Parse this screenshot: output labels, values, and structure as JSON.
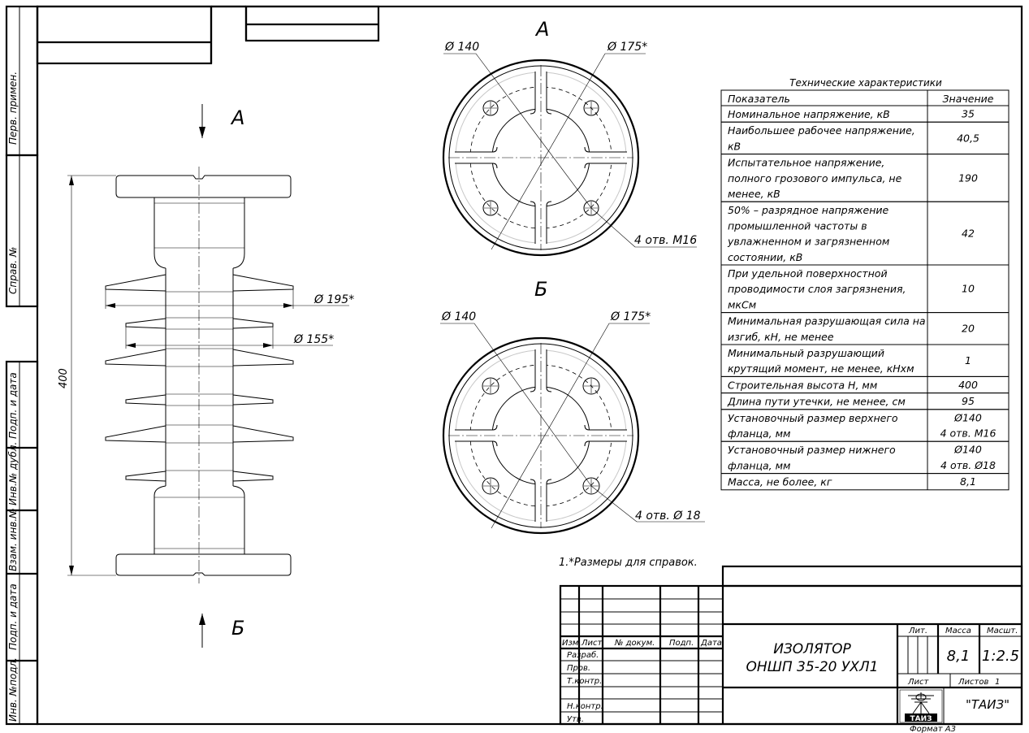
{
  "views": {
    "top_label": "А",
    "bottom_label": "Б",
    "side_arrow_top": "А",
    "side_arrow_bottom": "Б"
  },
  "dims": {
    "height": "400",
    "d195": "Ø 195*",
    "d155": "Ø 155*",
    "a_d140": "Ø 140",
    "a_d175": "Ø 175*",
    "a_holes": "4 отв. М16",
    "b_d140": "Ø 140",
    "b_d175": "Ø 175*",
    "b_holes": "4 отв. Ø 18"
  },
  "note": "1.*Размеры для справок.",
  "spec_table": {
    "title": "Технические характеристики",
    "headers": [
      "Показатель",
      "Значение"
    ],
    "rows": [
      {
        "lines": [
          "Номинальное напряжение, кВ"
        ],
        "value": [
          "35"
        ]
      },
      {
        "lines": [
          "Наибольшее рабочее напряжение,",
          "кВ"
        ],
        "value": [
          "40,5"
        ]
      },
      {
        "lines": [
          "Испытательное напряжение,",
          "полного грозового импульса, не",
          "менее, кВ"
        ],
        "value": [
          "190"
        ]
      },
      {
        "lines": [
          "50% – разрядное напряжение",
          "промышленной частоты в",
          "увлажненном и загрязненном",
          "состоянии, кВ"
        ],
        "value": [
          "42"
        ]
      },
      {
        "lines": [
          "При удельной поверхностной",
          "проводимости слоя загрязнения,",
          "мкСм"
        ],
        "value": [
          "10"
        ]
      },
      {
        "lines": [
          "Минимальная разрушающая сила на",
          "изгиб, кН, не менее"
        ],
        "value": [
          "20"
        ]
      },
      {
        "lines": [
          "Минимальный разрушающий",
          "крутящий момент, не менее, кНхм"
        ],
        "value": [
          "1"
        ]
      },
      {
        "lines": [
          "Строительная высота Н, мм"
        ],
        "value": [
          "400"
        ]
      },
      {
        "lines": [
          "Длина пути утечки, не менее, см"
        ],
        "value": [
          "95"
        ]
      },
      {
        "lines": [
          "Установочный размер верхнего",
          "фланца, мм"
        ],
        "value": [
          "Ø140",
          "4 отв. М16"
        ]
      },
      {
        "lines": [
          "Установочный размер нижнего",
          "фланца, мм"
        ],
        "value": [
          "Ø140",
          "4 отв. Ø18"
        ]
      },
      {
        "lines": [
          "Масса, не более, кг"
        ],
        "value": [
          "8,1"
        ]
      }
    ]
  },
  "side_stamp": [
    "Перв. примен.",
    "Справ. №",
    "Подп. и дата",
    "Инв.№ дубл.",
    "Взам. инв.№",
    "Подп. и дата",
    "Инв. №подл."
  ],
  "title_block": {
    "col_headers": [
      "Изм.",
      "Лист",
      "№ докум.",
      "Подп.",
      "Дата"
    ],
    "roles": [
      "Разраб.",
      "Пров.",
      "Т.контр.",
      "",
      "Н.контр.",
      "Утв."
    ],
    "name_line1": "ИЗОЛЯТОР",
    "name_line2": "ОНШП 35-20 УХЛ1",
    "lit_label": "Лит.",
    "mass_label": "Масса",
    "scale_label": "Масшт.",
    "mass_value": "8,1",
    "scale_value": "1:2.5",
    "sheet_label": "Лист",
    "sheets_label": "Листов",
    "sheets_value": "1",
    "company": "\"ТАИЗ\"",
    "logo_text": "ТАИЗ",
    "format": "Формат А3"
  }
}
